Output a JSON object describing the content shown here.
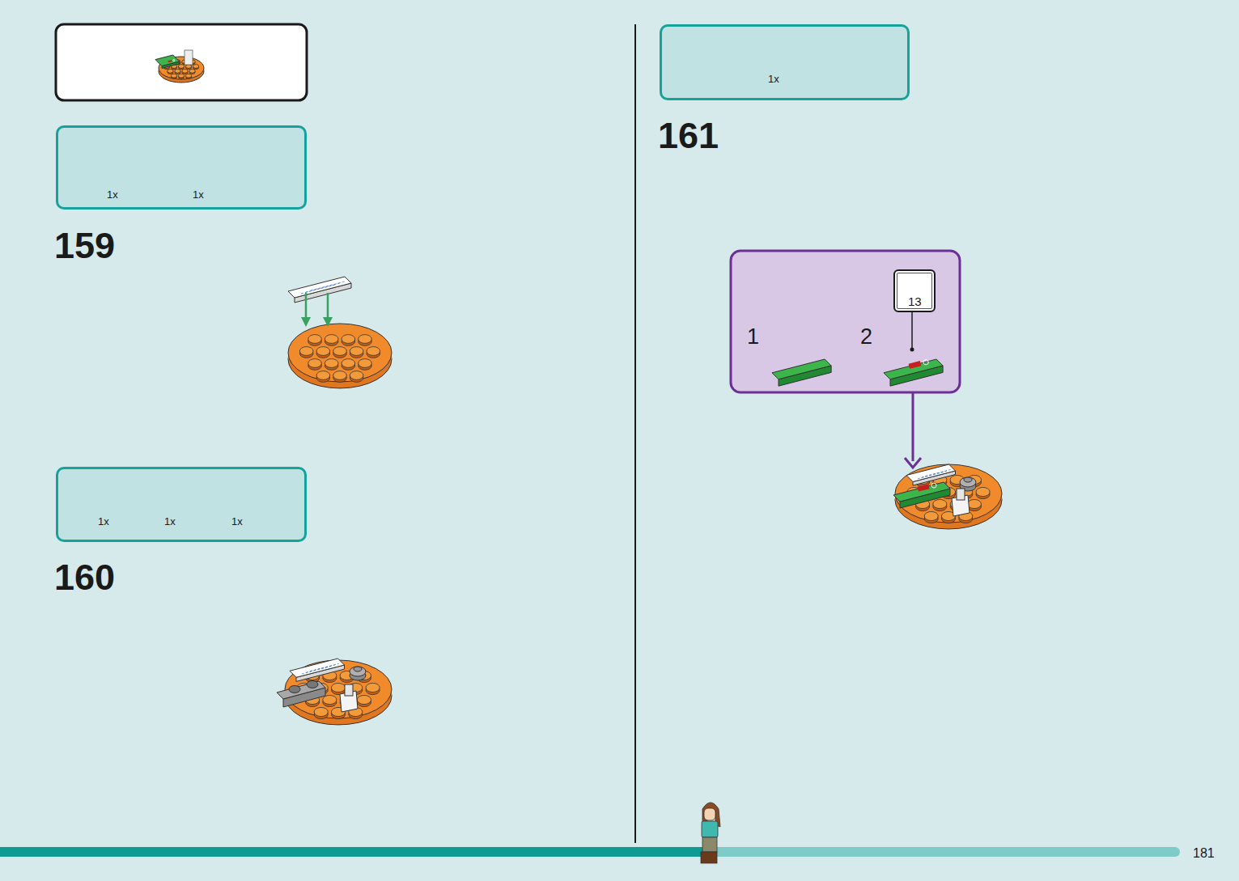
{
  "diagram": {
    "nodes": [
      {
        "text": [
          "1x",
          "1x"
        ]
      },
      {
        "text": [
          "1x",
          "1x",
          "1x"
        ]
      },
      {
        "text": [
          "1x"
        ]
      },
      {
        "text": [
          "1",
          "2"
        ]
      },
      {
        "text": [
          "13"
        ],
        "in": 3
      }
    ],
    "labels": [
      "159",
      "160",
      "161",
      "181"
    ]
  }
}
